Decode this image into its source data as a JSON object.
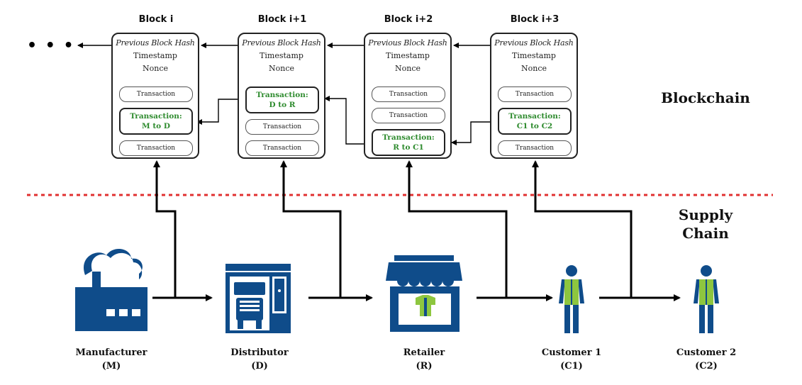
{
  "blocks": [
    {
      "title": "Block i",
      "prev_hash": "Previous Block Hash",
      "timestamp": "Timestamp",
      "nonce": "Nonce",
      "tx1": "Transaction",
      "tx_hl": [
        "Transaction:",
        "M to D"
      ],
      "tx3": "Transaction"
    },
    {
      "title": "Block i+1",
      "prev_hash": "Previous Block Hash",
      "timestamp": "Timestamp",
      "nonce": "Nonce",
      "tx_hl": [
        "Transaction:",
        "D to R"
      ],
      "tx2": "Transaction",
      "tx3": "Transaction"
    },
    {
      "title": "Block i+2",
      "prev_hash": "Previous Block Hash",
      "timestamp": "Timestamp",
      "nonce": "Nonce",
      "tx1": "Transaction",
      "tx2": "Transaction",
      "tx_hl": [
        "Transaction:",
        "R to C1"
      ]
    },
    {
      "title": "Block i+3",
      "prev_hash": "Previous Block Hash",
      "timestamp": "Timestamp",
      "nonce": "Nonce",
      "tx1": "Transaction",
      "tx_hl": [
        "Transaction:",
        "C1 to C2"
      ],
      "tx3": "Transaction"
    }
  ],
  "sections": {
    "blockchain": "Blockchain",
    "supply_chain": [
      "Supply",
      "Chain"
    ]
  },
  "actors": [
    {
      "name": "Manufacturer",
      "abbr": "(M)",
      "icon": "factory-icon"
    },
    {
      "name": "Distributor",
      "abbr": "(D)",
      "icon": "truck-depot-icon"
    },
    {
      "name": "Retailer",
      "abbr": "(R)",
      "icon": "store-icon"
    },
    {
      "name": "Customer 1",
      "abbr": "(C1)",
      "icon": "person-icon"
    },
    {
      "name": "Customer 2",
      "abbr": "(C2)",
      "icon": "person-icon"
    }
  ],
  "ellipsis": "• • •",
  "colors": {
    "icon_blue": "#0f4c8a",
    "highlight_green": "#2e8b2e",
    "vest_green": "#8dc63f",
    "divider_red": "#e03030"
  }
}
